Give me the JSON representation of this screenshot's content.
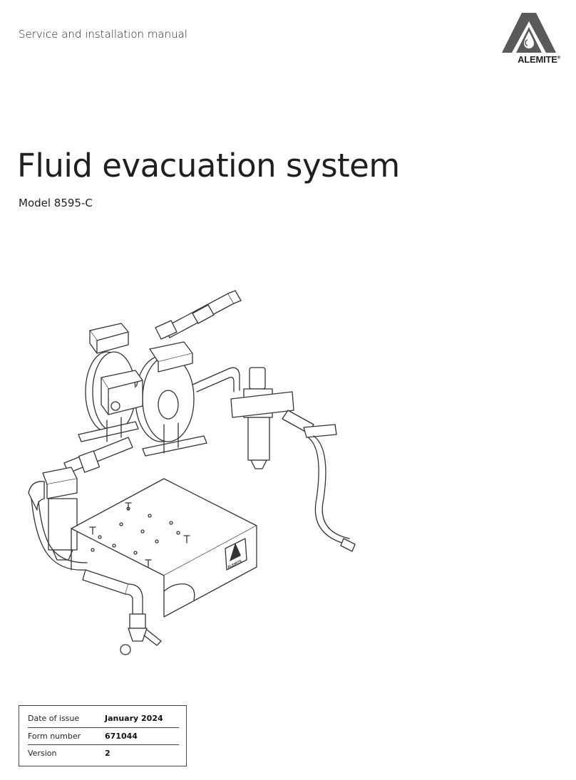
{
  "header": {
    "subtitle": "Service and installation manual",
    "brand": "ALEMITE",
    "brand_mark": "®"
  },
  "title": "Fluid evacuation system",
  "model": "Model 8595-C",
  "illustration": {
    "icon": "fluid-evacuation-system-drawing",
    "cabinet_label": "ALEMITE"
  },
  "info": [
    {
      "label": "Date of issue",
      "value": "January 2024"
    },
    {
      "label": "Form number",
      "value": "671044"
    },
    {
      "label": "Version",
      "value": "2"
    }
  ],
  "colors": {
    "text": "#1a1a1a",
    "logo": "#5a5a5a",
    "line": "#333333"
  }
}
